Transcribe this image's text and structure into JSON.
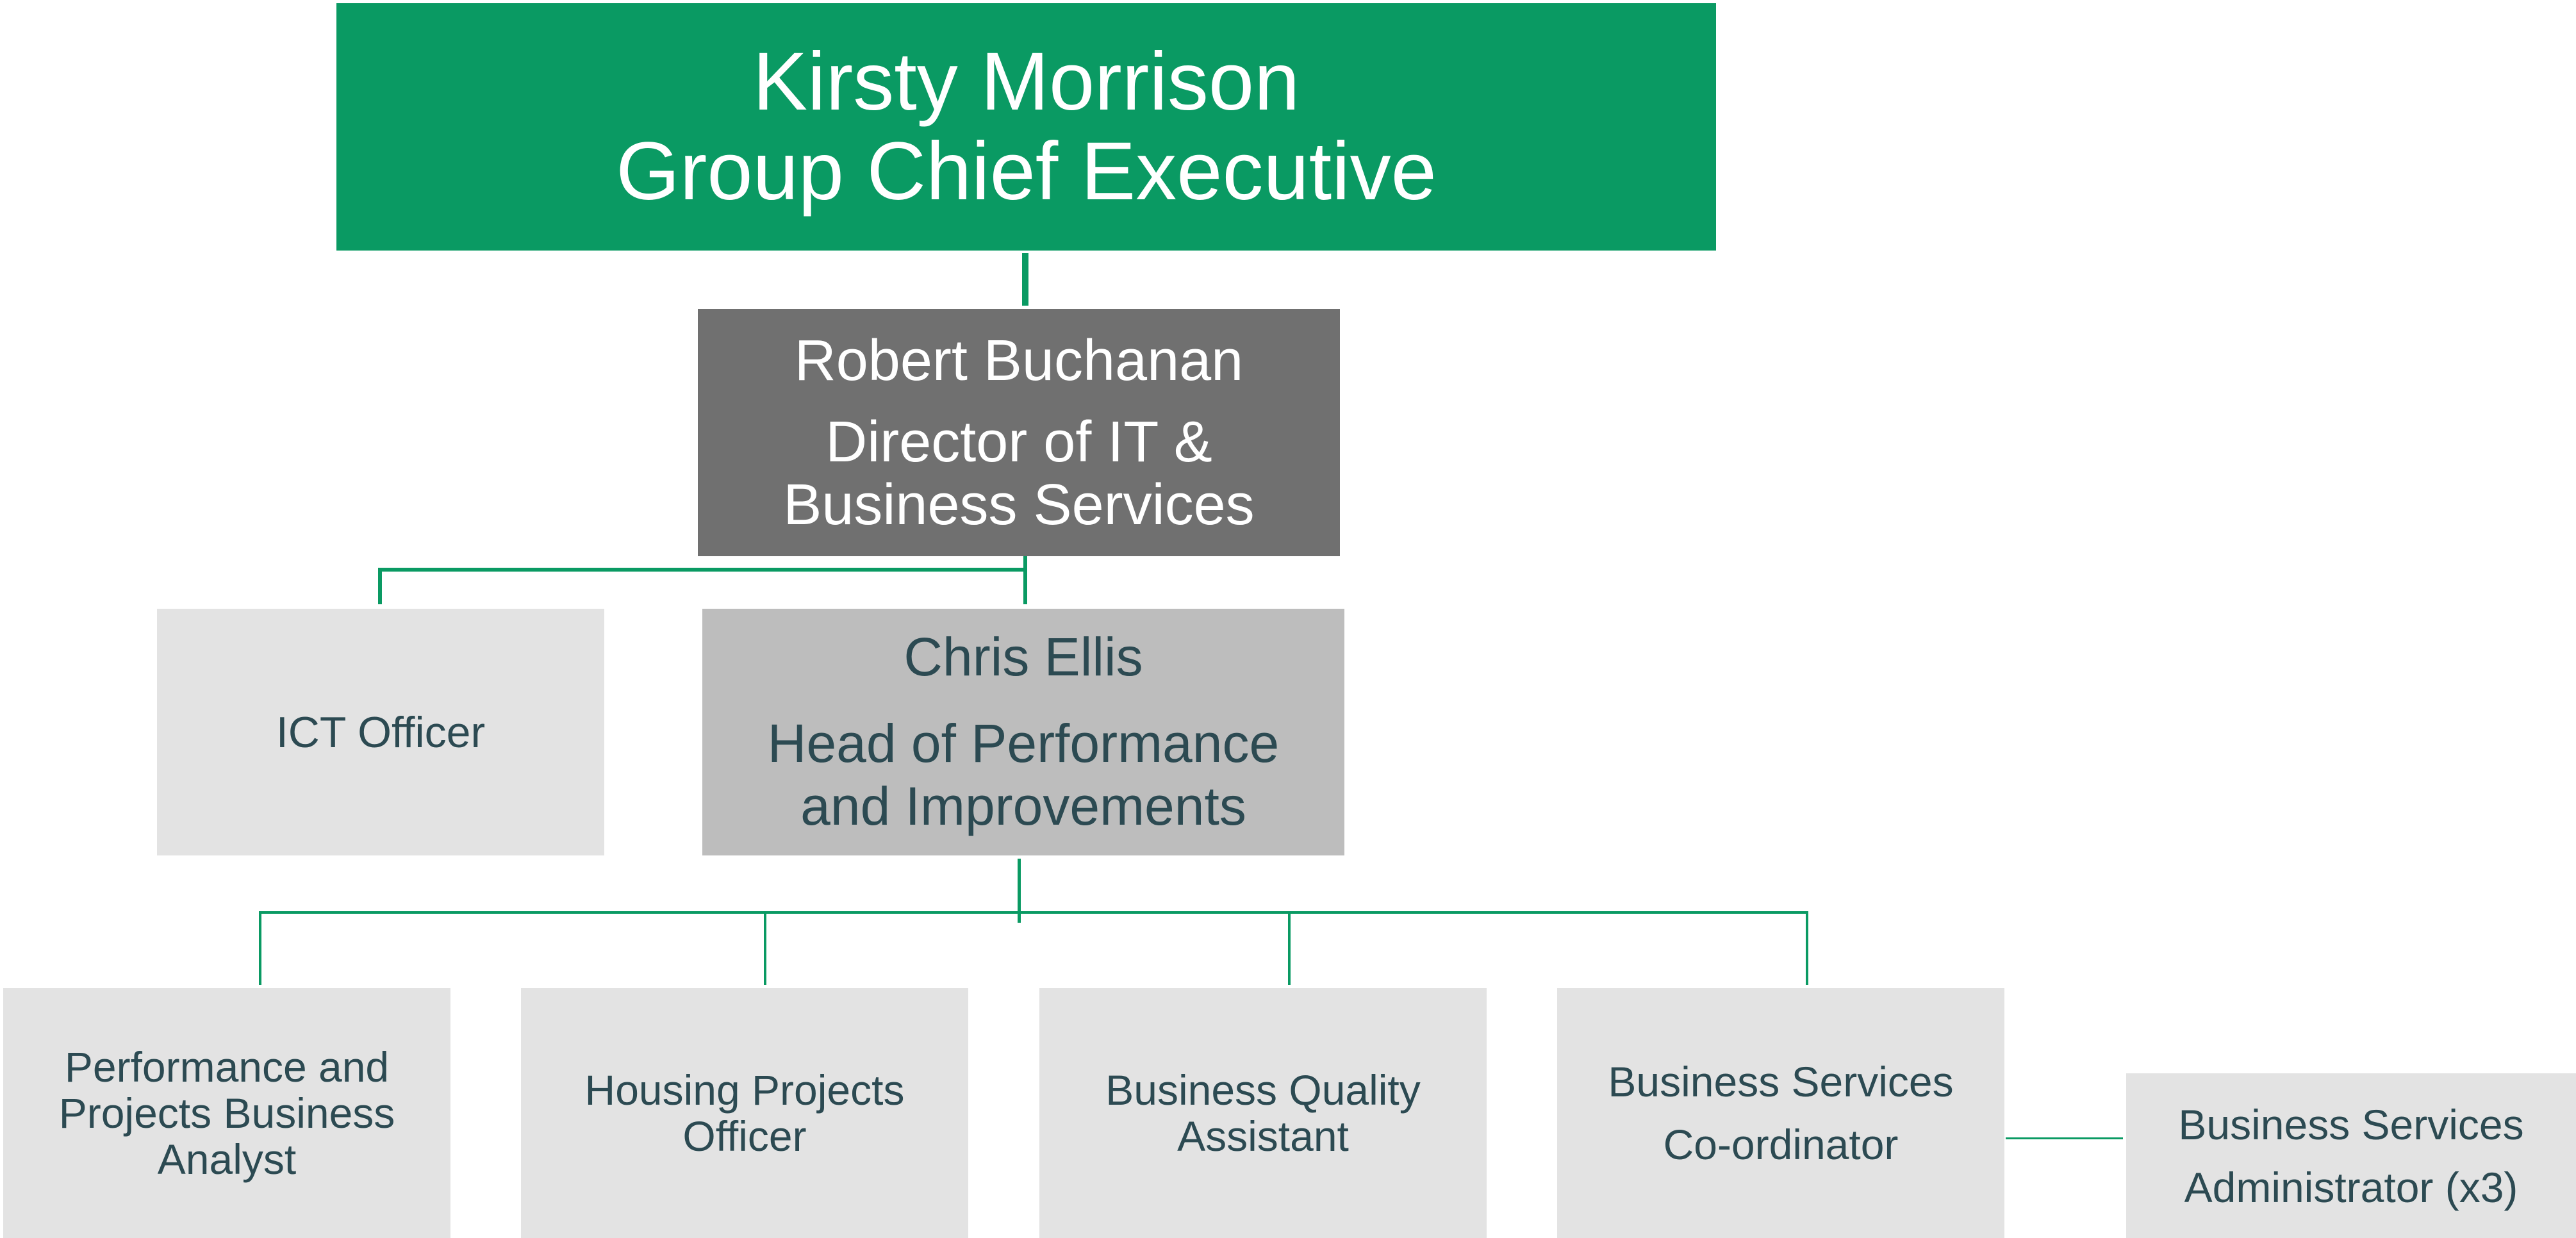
{
  "ceo": {
    "name": "Kirsty Morrison",
    "role": "Group Chief Executive"
  },
  "director": {
    "name": "Robert Buchanan",
    "role": "Director of IT & Business Services"
  },
  "ict_officer": {
    "role": "ICT Officer"
  },
  "head": {
    "name": "Chris Ellis",
    "role": "Head of Performance and Improvements"
  },
  "team": [
    {
      "role": "Performance and Projects Business Analyst"
    },
    {
      "role": "Housing Projects Officer"
    },
    {
      "role": "Business Quality Assistant"
    },
    {
      "line1": "Business Services",
      "line2": "Co-ordinator"
    }
  ],
  "admin": {
    "line1": "Business Services",
    "line2": "Administrator (x3)"
  },
  "colors": {
    "green": "#0a9a63",
    "director_grey": "#707070",
    "head_grey": "#bdbdbd",
    "light_grey": "#e3e3e3",
    "text_dark": "#2c4a52"
  }
}
